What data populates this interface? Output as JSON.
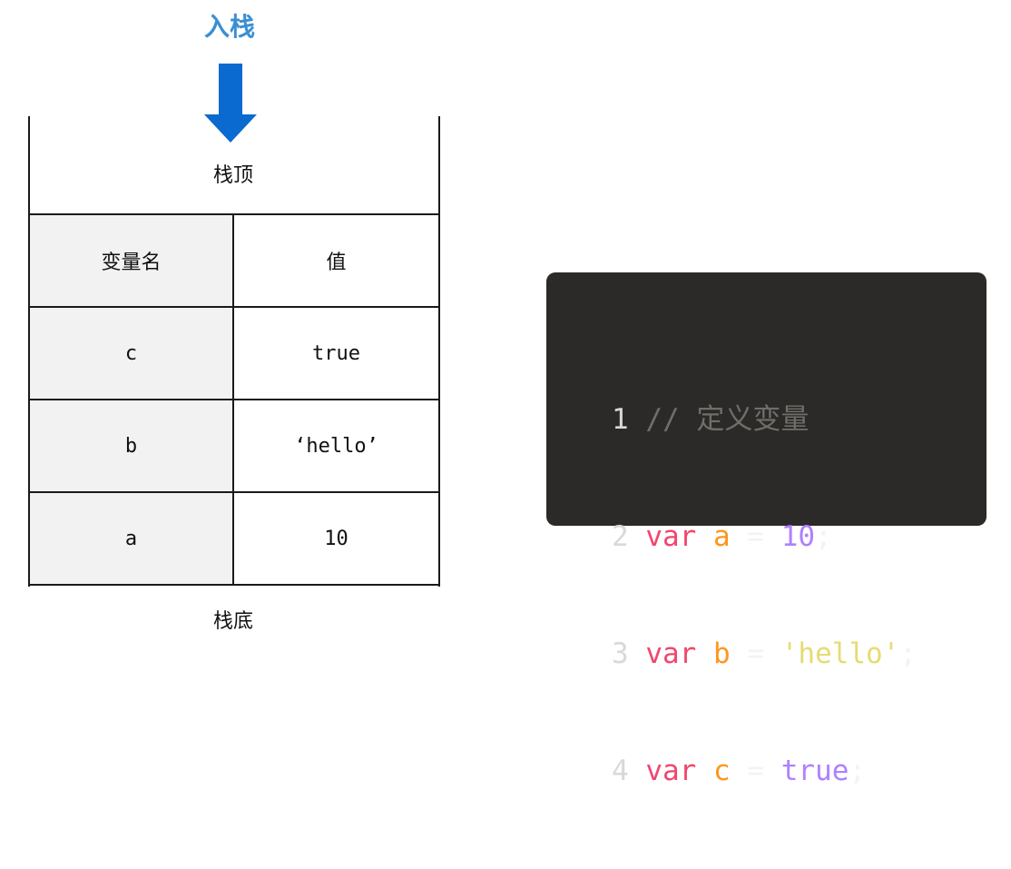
{
  "push_label": "入栈",
  "stack": {
    "top_label": "栈顶",
    "bottom_label": "栈底",
    "headers": {
      "name": "变量名",
      "value": "值"
    },
    "rows": [
      {
        "name": "c",
        "value": "true"
      },
      {
        "name": "b",
        "value": "‘hello’"
      },
      {
        "name": "a",
        "value": "10"
      }
    ]
  },
  "code": {
    "lines": [
      {
        "num": "1",
        "comment": "// 定义变量"
      },
      {
        "num": "2",
        "keyword": "var",
        "var": "a",
        "op": "=",
        "value": "10",
        "end": ";"
      },
      {
        "num": "3",
        "keyword": "var",
        "var": "b",
        "op": "=",
        "value": "'hello'",
        "end": ";"
      },
      {
        "num": "4",
        "keyword": "var",
        "var": "c",
        "op": "=",
        "value": "true",
        "end": ";"
      }
    ]
  },
  "colors": {
    "push_label": "#3a8fd3",
    "arrow": "#0a6ad0",
    "code_bg": "#2b2a28",
    "keyword": "#f0476e",
    "variable": "#fd971f",
    "number": "#ae81ff",
    "string": "#e6db74",
    "comment": "#6f6e69"
  },
  "icons": {
    "arrow": "down-arrow-icon"
  }
}
